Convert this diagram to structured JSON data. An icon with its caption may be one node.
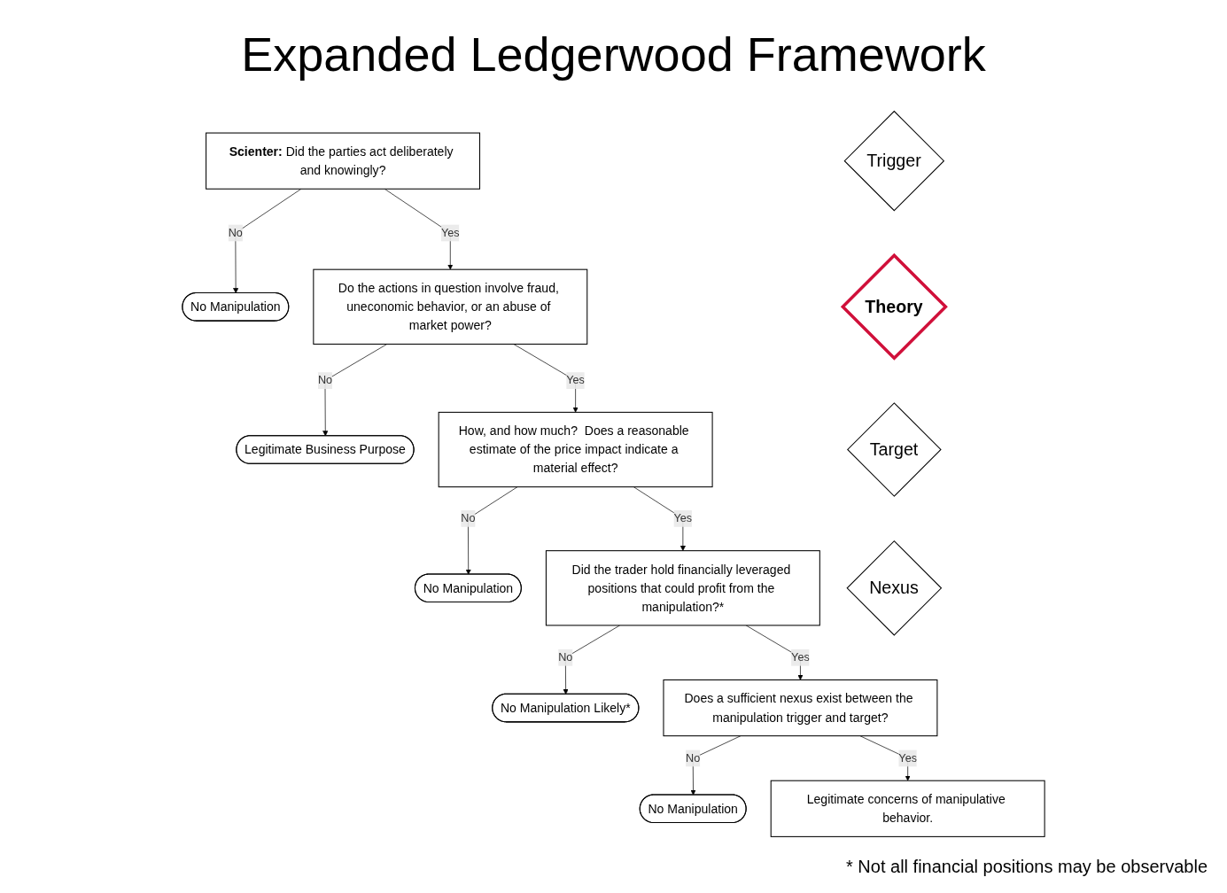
{
  "diagram": {
    "title": "Expanded Ledgerwood Framework",
    "nodes": [
      {
        "text": [
          "**Scienter:** Did the parties act deliberately and knowingly?"
        ]
      },
      {
        "text": [
          "No Manipulation"
        ]
      },
      {
        "text": [
          "Do the actions in question involve fraud, uneconomic behavior, or an abuse of market power?"
        ]
      },
      {
        "text": [
          "Legitimate Business Purpose"
        ]
      },
      {
        "text": [
          "How, and how much?  Does a reasonable estimate of the price impact indicate a material effect?"
        ]
      },
      {
        "text": [
          "No Manipulation"
        ]
      },
      {
        "text": [
          "Did the trader hold financially leveraged positions that could profit from the manipulation?*"
        ]
      },
      {
        "text": [
          "No Manipulation Likely*"
        ]
      },
      {
        "text": [
          "Does a sufficient nexus exist between the manipulation trigger and target?"
        ]
      },
      {
        "text": [
          "No Manipulation"
        ]
      },
      {
        "text": [
          "Legitimate concerns of manipulative behavior."
        ]
      },
      {
        "text": [
          "Trigger"
        ]
      },
      {
        "text": [
          "Theory"
        ]
      },
      {
        "text": [
          "Target"
        ]
      },
      {
        "text": [
          "Nexus"
        ]
      }
    ],
    "edges": [
      {
        "from": 0,
        "to": 1,
        "arrow": "to",
        "label": "No"
      },
      {
        "from": 0,
        "to": 2,
        "arrow": "to",
        "label": "Yes"
      },
      {
        "from": 2,
        "to": 3,
        "arrow": "to",
        "label": "No"
      },
      {
        "from": 2,
        "to": 4,
        "arrow": "to",
        "label": "Yes"
      },
      {
        "from": 4,
        "to": 5,
        "arrow": "to",
        "label": "No"
      },
      {
        "from": 4,
        "to": 6,
        "arrow": "to",
        "label": "Yes"
      },
      {
        "from": 6,
        "to": 7,
        "arrow": "to",
        "label": "No"
      },
      {
        "from": 6,
        "to": 8,
        "arrow": "to",
        "label": "Yes"
      },
      {
        "from": 8,
        "to": 9,
        "arrow": "to",
        "label": "No"
      },
      {
        "from": 8,
        "to": 10,
        "arrow": "to",
        "label": "Yes"
      }
    ],
    "labels": [
      "* Not all financial positions may be observable"
    ]
  }
}
